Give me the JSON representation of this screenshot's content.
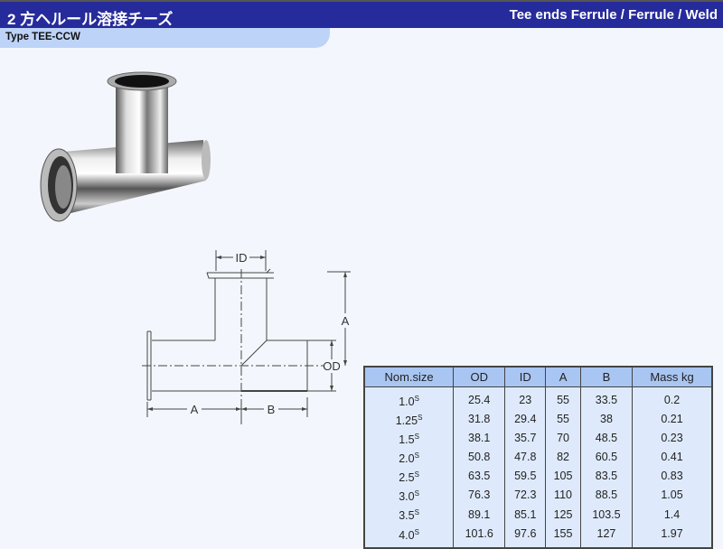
{
  "header": {
    "title_jp": "2 方ヘルール溶接チーズ",
    "title_en": "Tee ends Ferrule / Ferrule / Weld"
  },
  "type_label": "Type TEE-CCW",
  "drawing": {
    "label_id": "ID",
    "label_a_vertical": "A",
    "label_od": "OD",
    "label_a_horizontal": "A",
    "label_b": "B"
  },
  "table": {
    "headers": [
      "Nom.size",
      "OD",
      "ID",
      "A",
      "B",
      "Mass kg"
    ],
    "size_suffix": "S",
    "rows": [
      [
        "1.0",
        "25.4",
        "23",
        "55",
        "33.5",
        "0.2"
      ],
      [
        "1.25",
        "31.8",
        "29.4",
        "55",
        "38",
        "0.21"
      ],
      [
        "1.5",
        "38.1",
        "35.7",
        "70",
        "48.5",
        "0.23"
      ],
      [
        "2.0",
        "50.8",
        "47.8",
        "82",
        "60.5",
        "0.41"
      ],
      [
        "2.5",
        "63.5",
        "59.5",
        "105",
        "83.5",
        "0.83"
      ],
      [
        "3.0",
        "76.3",
        "72.3",
        "110",
        "88.5",
        "1.05"
      ],
      [
        "3.5",
        "89.1",
        "85.1",
        "125",
        "103.5",
        "1.4"
      ],
      [
        "4.0",
        "101.6",
        "97.6",
        "155",
        "127",
        "1.97"
      ]
    ]
  },
  "colors": {
    "header_bg": "#262b9b",
    "tab_bg": "#bdd3f7",
    "table_header": "#a9c5f2",
    "table_body": "#deeafb"
  }
}
